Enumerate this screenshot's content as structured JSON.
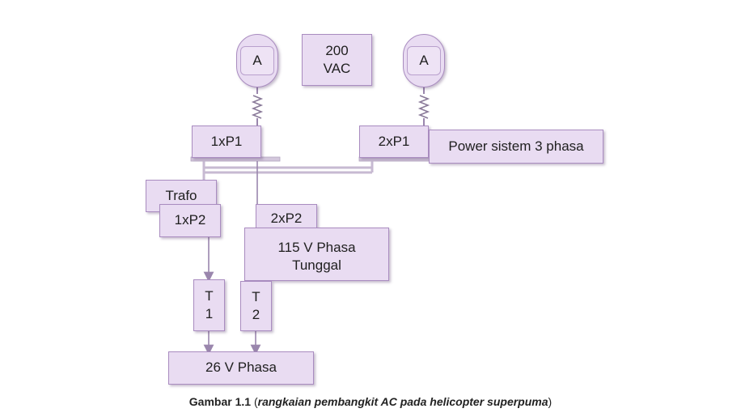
{
  "diagram": {
    "generators": [
      {
        "label": "A"
      },
      {
        "label": "A"
      }
    ],
    "source": {
      "line1": "200",
      "line2": "VAC"
    },
    "nodes": {
      "p1_left": "1xP1",
      "p1_right": "2xP1",
      "power_system": "Power sistem 3 phasa",
      "trafo": "Trafo",
      "p2_left": "1xP2",
      "p2_right": "2xP2",
      "single_phase": {
        "line1": "115 V Phasa",
        "line2": "Tunggal"
      },
      "t1": {
        "line1": "T",
        "line2": "1"
      },
      "t2": {
        "line1": "T",
        "line2": "2"
      },
      "output": "26 V Phasa"
    },
    "colors": {
      "box_fill": "#e9dcf2",
      "box_border": "#a98cc0",
      "line": "#9a86ad"
    }
  },
  "caption": {
    "number": "Gambar 1.1",
    "open": " (",
    "text": "rangkaian pembangkit AC pada helicopter superpuma",
    "close": ")"
  }
}
